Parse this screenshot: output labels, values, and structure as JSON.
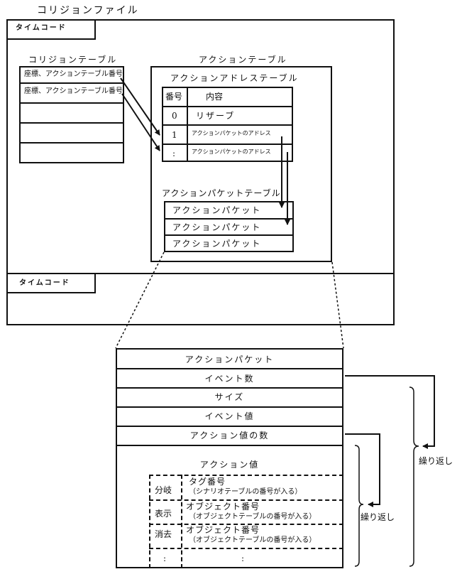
{
  "title": "コリジョンファイル",
  "timecode_label_1": "タイムコード",
  "timecode_label_2": "タイムコード",
  "collision_table": {
    "title": "コリジョンテーブル",
    "rows": [
      "座標、アクションテーブル番号",
      "座標、アクションテーブル番号",
      "",
      "",
      ""
    ]
  },
  "action_table": {
    "title": "アクションテーブル",
    "address_table": {
      "title": "アクションアドレステーブル",
      "headers": [
        "番号",
        "内容"
      ],
      "rows": [
        {
          "num": "0",
          "content": "リザーブ"
        },
        {
          "num": "1",
          "content": "アクションパケットのアドレス"
        },
        {
          "num": ":",
          "content": "アクションパケットのアドレス"
        }
      ]
    },
    "packet_table": {
      "title": "アクションパケットテーブル",
      "rows": [
        "アクションパケット",
        "アクションパケット",
        "アクションパケット"
      ]
    }
  },
  "packet_detail": {
    "rows": [
      "アクションパケット",
      "イベント数",
      "サイズ",
      "イベント値",
      "アクション値の数"
    ],
    "action_value": {
      "title": "アクション値",
      "entries": [
        {
          "type": "分岐",
          "line1": "タグ番号",
          "line2": "（シナリオテーブルの番号が入る）"
        },
        {
          "type": "表示",
          "line1": "オブジェクト番号",
          "line2": "（オブジェクトテーブルの番号が入る）"
        },
        {
          "type": "消去",
          "line1": "オブジェクト番号",
          "line2": "（オブジェクトテーブルの番号が入る）"
        },
        {
          "type": ":",
          "line1": ":",
          "line2": ""
        }
      ]
    }
  },
  "repeat_label_outer": "繰り返し",
  "repeat_label_inner": "繰り返し"
}
